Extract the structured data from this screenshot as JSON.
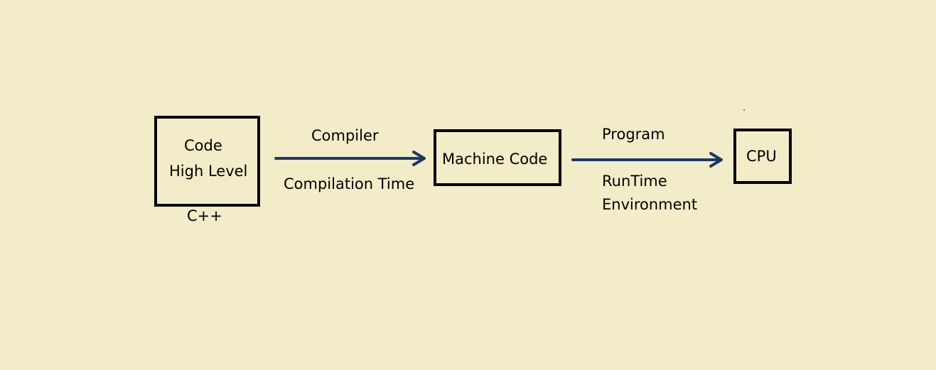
{
  "diagram": {
    "source_box": {
      "line1": "Code",
      "line2": "High Level",
      "caption": "C++"
    },
    "arrow1": {
      "label_above": "Compiler",
      "label_below": "Compilation Time"
    },
    "machine_box": {
      "label": "Machine Code"
    },
    "arrow2": {
      "label_above": "Program",
      "label_below_line1": "RunTime",
      "label_below_line2": "Environment"
    },
    "cpu_box": {
      "label": "CPU"
    }
  },
  "colors": {
    "background": "#f3ecc9",
    "box_border": "#000000",
    "arrow": "#1f3864",
    "text": "#000000"
  }
}
